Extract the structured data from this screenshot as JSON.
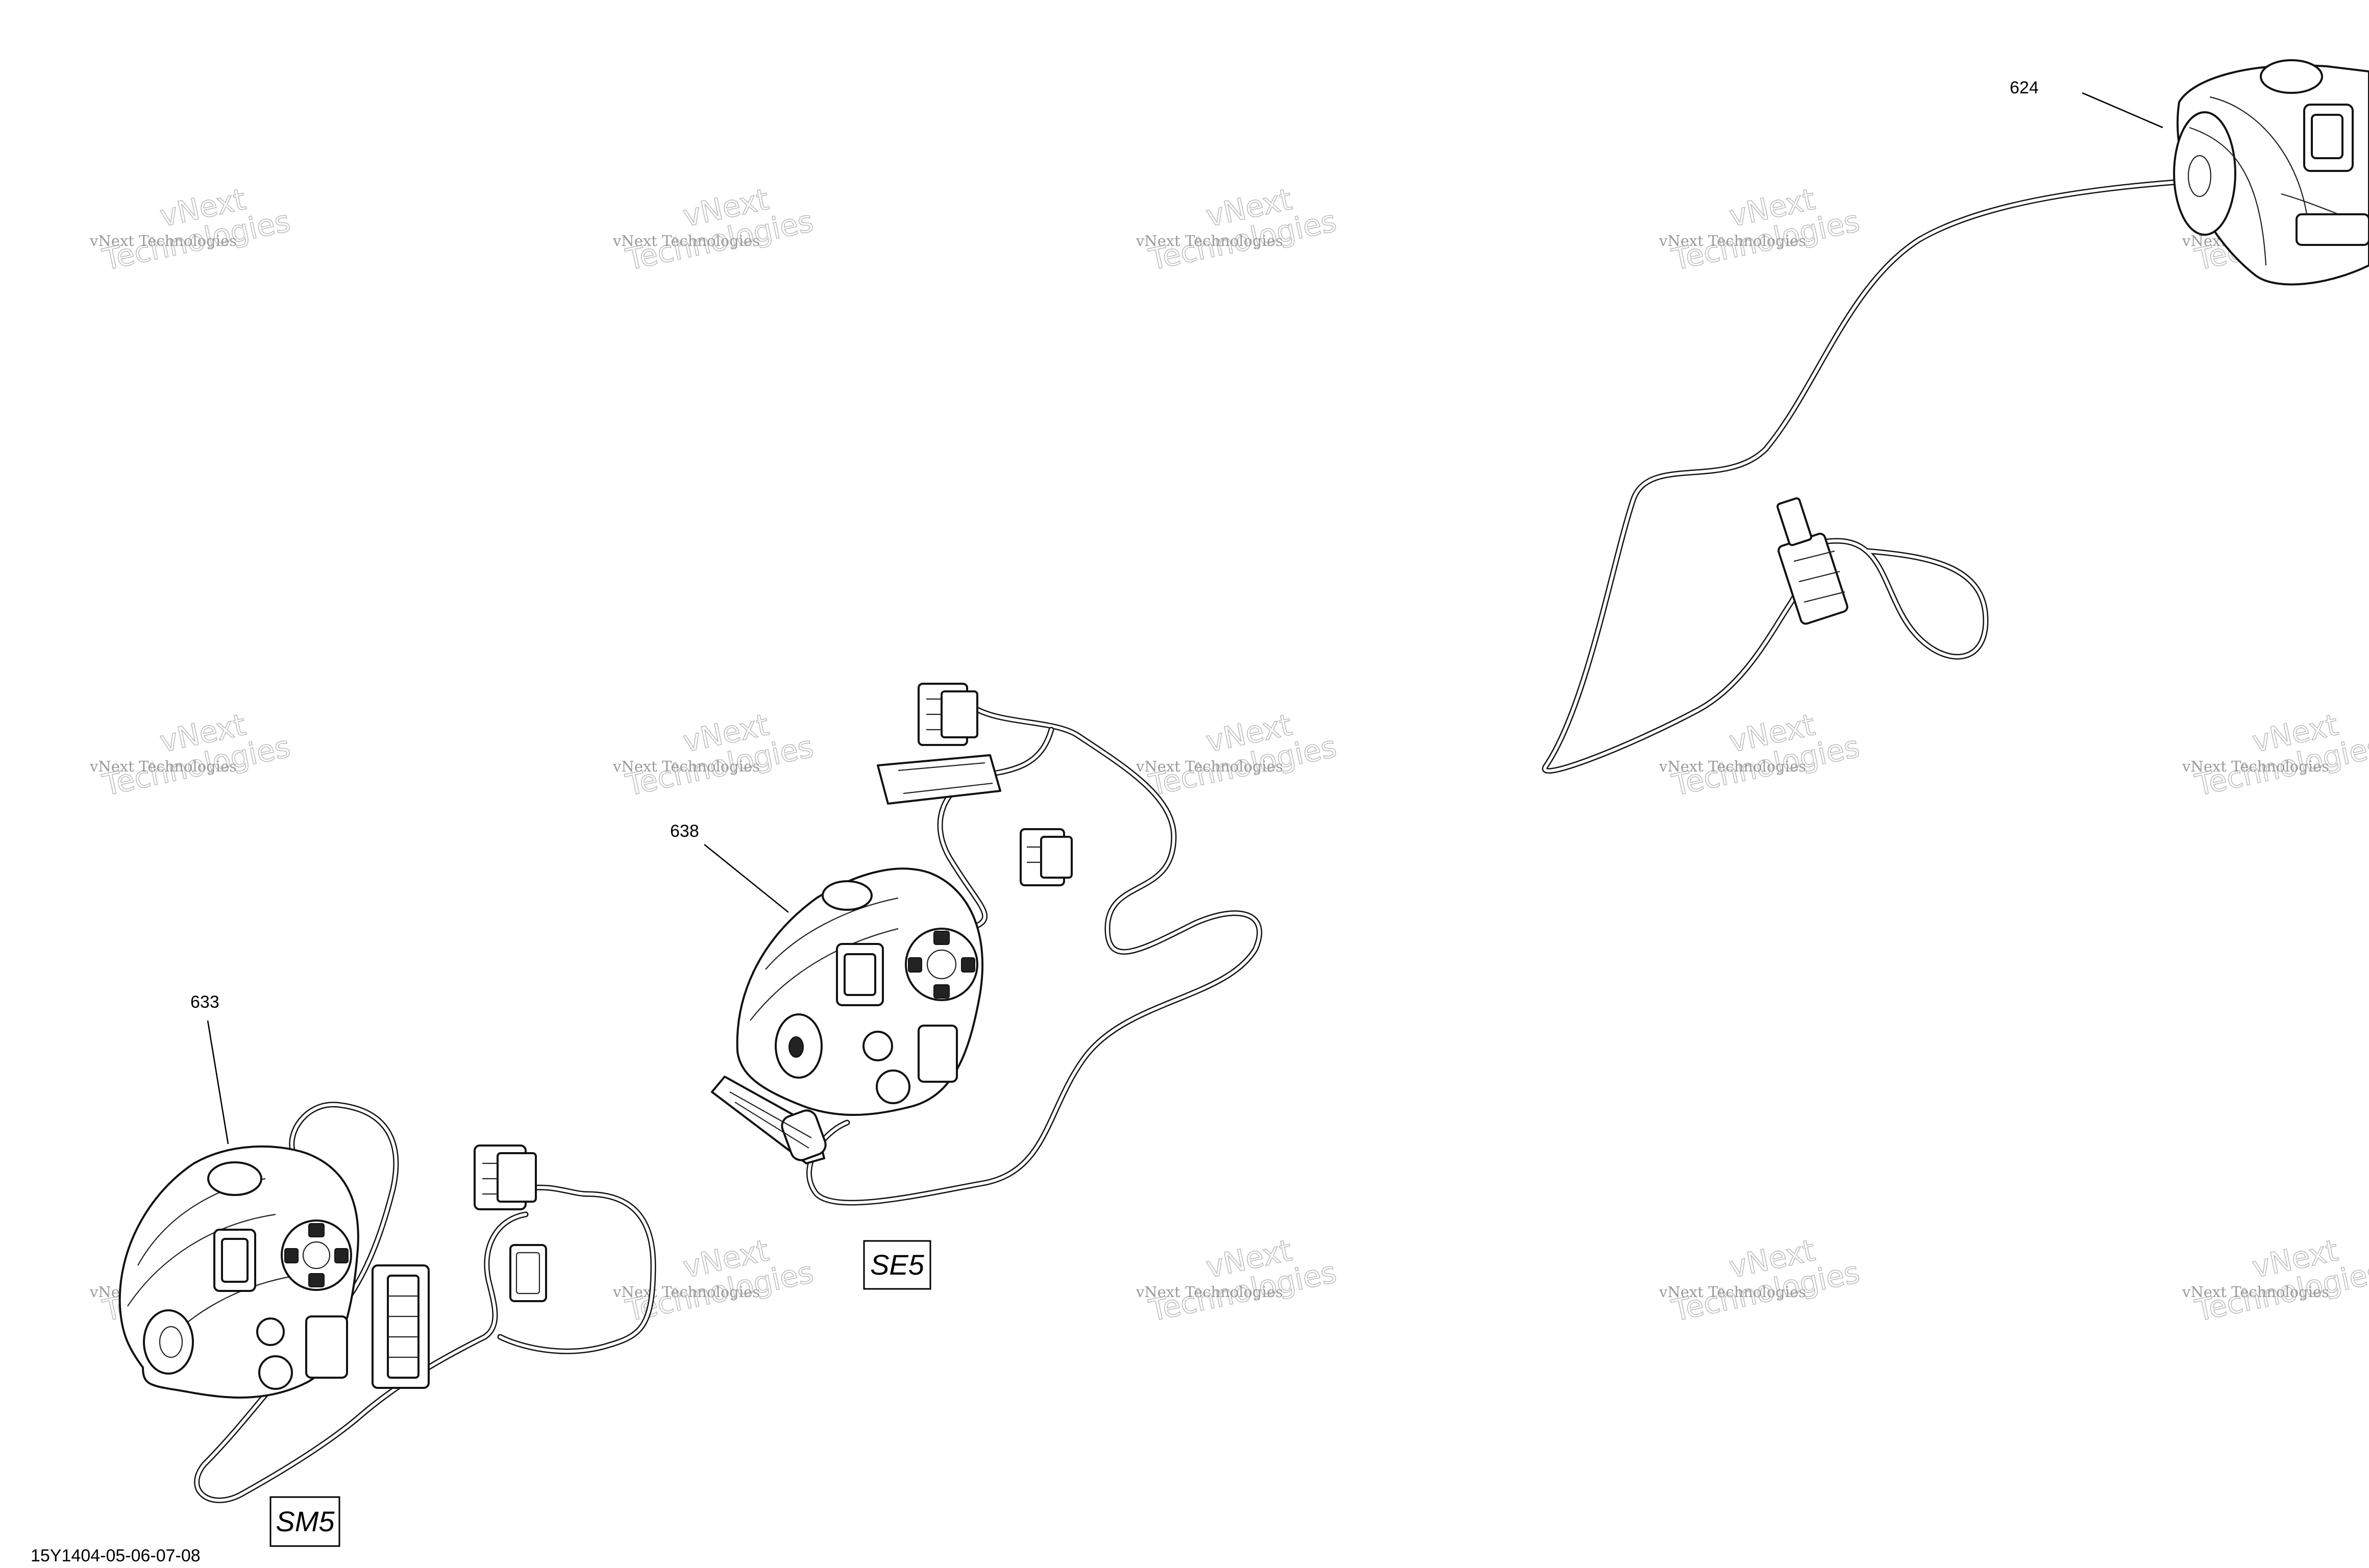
{
  "figure_code": "15Y1404-05-06-07-08",
  "watermark": {
    "line1": "vNext Technologies",
    "line2a": "vNext",
    "line2b": "Technologies"
  },
  "callouts": {
    "part_624": "624",
    "part_638": "638",
    "part_633": "633"
  },
  "model_labels": {
    "se5": "SE5",
    "sm5": "SM5"
  }
}
